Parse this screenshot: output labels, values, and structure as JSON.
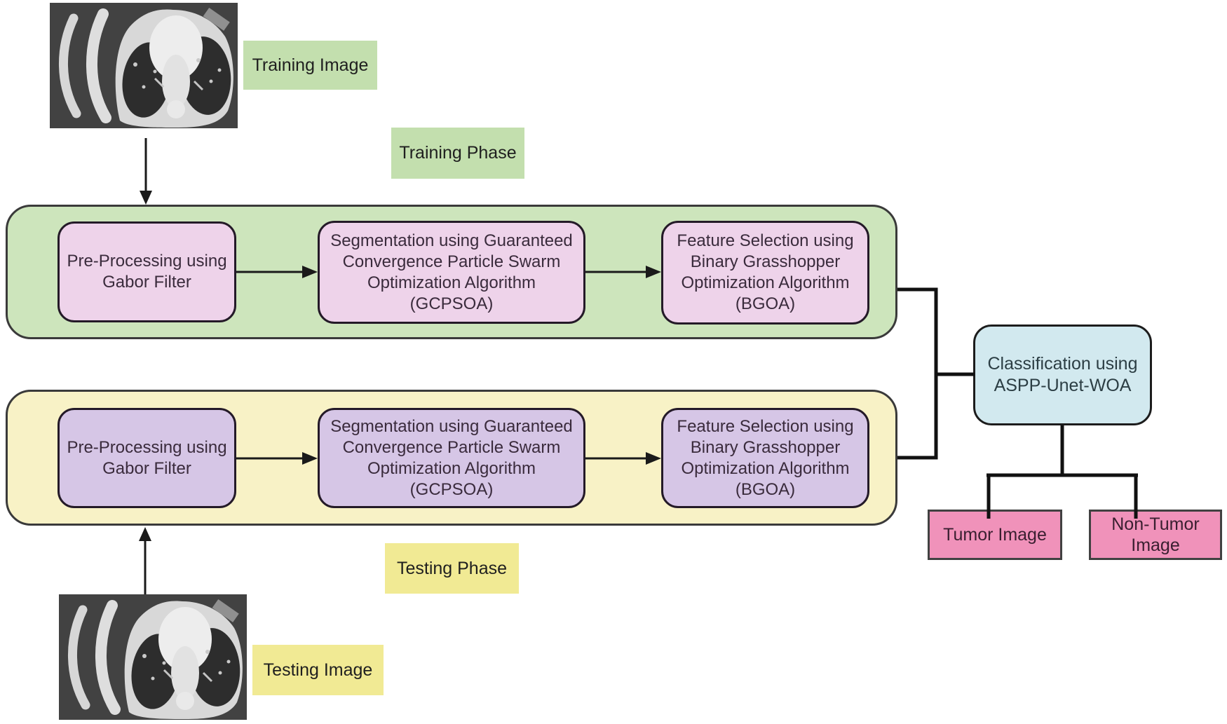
{
  "labels": {
    "training_image": "Training Image",
    "training_phase": "Training Phase",
    "testing_image": "Testing Image",
    "testing_phase": "Testing Phase"
  },
  "steps": {
    "preprocessing": {
      "lines": [
        "Pre-Processing using",
        "Gabor Filter"
      ]
    },
    "segmentation": {
      "lines": [
        "Segmentation using Guaranteed",
        "Convergence Particle Swarm",
        "Optimization Algorithm",
        "(GCPSOA)"
      ]
    },
    "feature_selection": {
      "lines": [
        "Feature Selection using",
        "Binary Grasshopper",
        "Optimization Algorithm",
        "(BGOA)"
      ]
    }
  },
  "classification": {
    "lines": [
      "Classification using",
      "ASPP-Unet-WOA"
    ]
  },
  "outputs": {
    "tumor": "Tumor Image",
    "non_tumor_lines": [
      "Non-Tumor",
      "Image"
    ]
  },
  "icons": {
    "ct_scan": "ct-scan-image"
  },
  "colors": {
    "training_container": "#cde5bc",
    "training_label": "#c3dfae",
    "training_step_box": "#eed3ea",
    "testing_container": "#f8f2c6",
    "testing_label": "#f1ea94",
    "testing_step_box": "#d6c6e6",
    "classification_box": "#d2e9ef",
    "output_box": "#f092ba",
    "connector": "#1a1a1a"
  }
}
